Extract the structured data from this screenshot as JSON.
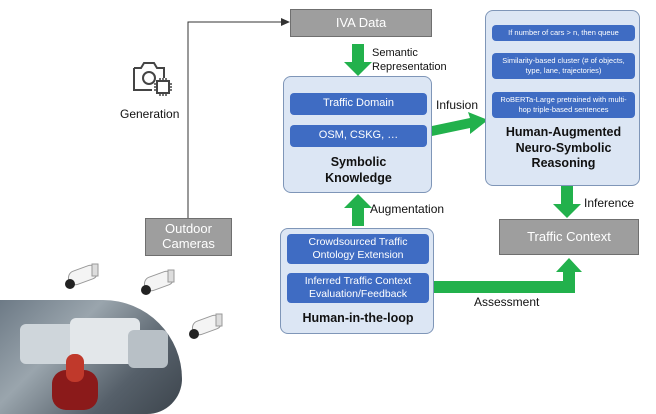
{
  "iva_data": "IVA Data",
  "semantic_representation": "Semantic\nRepresentation",
  "generation": "Generation",
  "outdoor_cameras": "Outdoor\nCameras",
  "symbolic_panel": {
    "chips": [
      "Traffic Domain",
      "OSM, CSKG, …"
    ],
    "title": "Symbolic\nKnowledge"
  },
  "infusion": "Infusion",
  "reasoning_panel": {
    "chips": [
      "If number of cars > n, then queue",
      "Similarity-based cluster (# of objects, type, lane, trajectories)",
      "RoBERTa-Large pretrained with multi-hop triple-based sentences"
    ],
    "title": "Human-Augmented\nNeuro-Symbolic\nReasoning"
  },
  "inference": "Inference",
  "traffic_context": "Traffic Context",
  "augmentation": "Augmentation",
  "hitl_panel": {
    "chips": [
      "Crowdsourced Traffic\nOntology Extension",
      "Inferred Traffic Context\nEvaluation/Feedback"
    ],
    "title": "Human-in-the-loop"
  },
  "assessment": "Assessment",
  "icons": {
    "camera": "camera-chip-icon",
    "cctv": "cctv-camera-icon"
  },
  "colors": {
    "arrow": "#22b14c",
    "chip": "#3f6cc3",
    "panel": "#dce6f4",
    "gray_box": "#9e9e9e"
  }
}
